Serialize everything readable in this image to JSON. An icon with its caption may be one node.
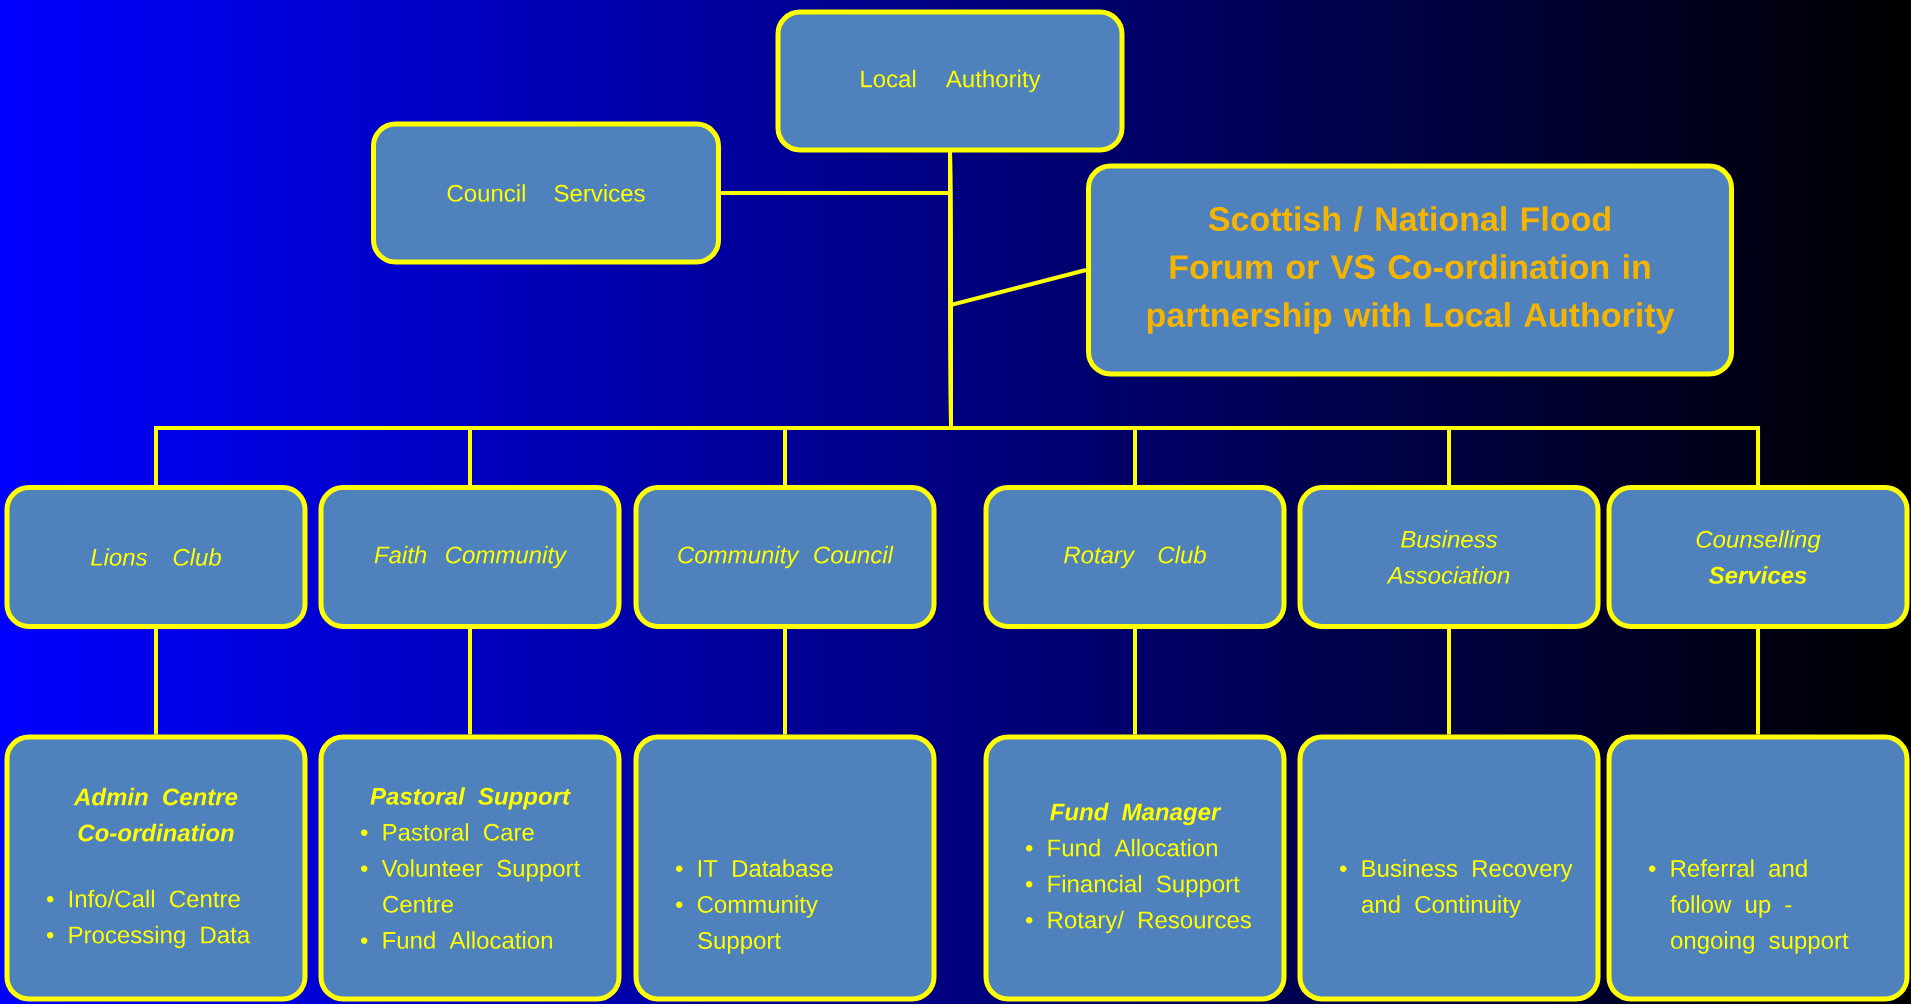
{
  "diagram": {
    "nodes": [
      {
        "text": [
          "Local Authority"
        ]
      },
      {
        "text": [
          "Council Services"
        ]
      },
      {
        "text": [
          "Scottish / National Flood Forum or VS Co-ordination in partnership with Local Authority"
        ]
      },
      {
        "text": [
          "Lions Club"
        ]
      },
      {
        "text": [
          "Faith Community"
        ]
      },
      {
        "text": [
          "Community Council"
        ]
      },
      {
        "text": [
          "Rotary Club"
        ]
      },
      {
        "text": [
          "Business Association"
        ]
      },
      {
        "text": [
          "Counselling **Services**"
        ]
      },
      {
        "text": [
          "Admin Centre Co-ordination",
          "• Info/Call Centre",
          "• Processing Data"
        ]
      },
      {
        "text": [
          "Pastoral Support",
          "• Pastoral Care",
          "• Volunteer Support Centre",
          "• Fund Allocation"
        ]
      },
      {
        "text": [
          "• IT Database",
          "• Community Support"
        ]
      },
      {
        "text": [
          "Fund Manager",
          "• Fund Allocation",
          "• Financial Support",
          "• Rotary/ Resources"
        ]
      },
      {
        "text": [
          "• Business Recovery and Continuity"
        ]
      },
      {
        "text": [
          "• Referral and follow up - ongoing support"
        ]
      }
    ],
    "edges": [
      {
        "from": 0,
        "to": 1,
        "arrow": "none"
      },
      {
        "from": 0,
        "to": 2,
        "arrow": "none"
      },
      {
        "from": 0,
        "to": 3,
        "arrow": "none"
      },
      {
        "from": 0,
        "to": 4,
        "arrow": "none"
      },
      {
        "from": 0,
        "to": 5,
        "arrow": "none"
      },
      {
        "from": 0,
        "to": 6,
        "arrow": "none"
      },
      {
        "from": 0,
        "to": 7,
        "arrow": "none"
      },
      {
        "from": 0,
        "to": 8,
        "arrow": "none"
      },
      {
        "from": 3,
        "to": 9,
        "arrow": "none"
      },
      {
        "from": 4,
        "to": 10,
        "arrow": "none"
      },
      {
        "from": 5,
        "to": 11,
        "arrow": "none"
      },
      {
        "from": 6,
        "to": 12,
        "arrow": "none"
      },
      {
        "from": 7,
        "to": 13,
        "arrow": "none"
      },
      {
        "from": 8,
        "to": 14,
        "arrow": "none"
      }
    ]
  }
}
